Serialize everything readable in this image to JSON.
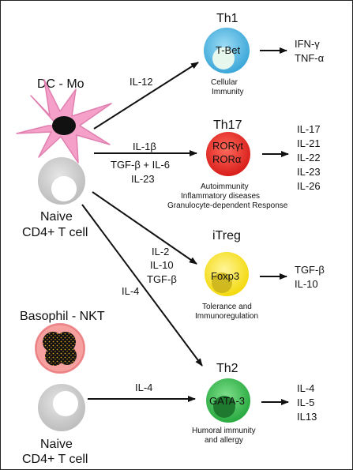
{
  "sources": {
    "dc_mo": "DC - Mo",
    "basophil_nkt": "Basophil - NKT",
    "naive_top": [
      "Naive",
      "CD4+ T cell"
    ],
    "naive_bottom": [
      "Naive",
      "CD4+ T cell"
    ]
  },
  "arrows": {
    "to_th1": "IL-12",
    "to_th17": [
      "IL-1β",
      "TGF-β + IL-6",
      "IL-23"
    ],
    "to_itreg": [
      "IL-2",
      "IL-10",
      "TGF-β"
    ],
    "to_th2_long": "IL-4",
    "to_th2_short": "IL-4"
  },
  "subsets": {
    "th1": {
      "title": "Th1",
      "tf": "T-Bet",
      "function": [
        "Cellular",
        "Immunity"
      ],
      "cytokines": [
        "IFN-γ",
        "TNF-α"
      ],
      "color": "#4fb6e3"
    },
    "th17": {
      "title": "Th17",
      "tf": [
        "RORγt",
        "RORα"
      ],
      "function": [
        "Autoimmunity",
        "Inflammatory diseases",
        "Granulocyte-dependent Response"
      ],
      "cytokines": [
        "IL-17",
        "IL-21",
        "IL-22",
        "IL-23",
        "IL-26"
      ],
      "color": "#e8302c"
    },
    "itreg": {
      "title": "iTreg",
      "tf": "Foxp3",
      "function": [
        "Tolerance and",
        "Immunoregulation"
      ],
      "cytokines": [
        "TGF-β",
        "IL-10"
      ],
      "color": "#f5e41c"
    },
    "th2": {
      "title": "Th2",
      "tf": "GATA-3",
      "function": [
        "Humoral immunity",
        "and allergy"
      ],
      "cytokines": [
        "IL-4",
        "IL-5",
        "IL13"
      ],
      "color": "#3fbf56"
    }
  }
}
